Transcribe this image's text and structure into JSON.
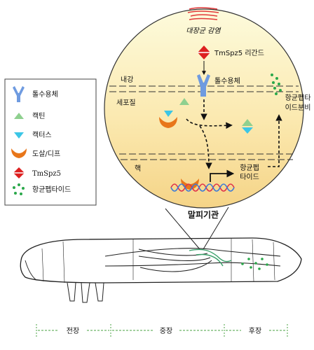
{
  "infection_label": "대장균 감염",
  "ligand_label": "TmSpz5 리간드",
  "receptor_label": "톨수용체",
  "peptide_secretion_label": [
    "항균펩타",
    "이드분비"
  ],
  "lumen_label": "내강",
  "cytoplasm_label": "세포질",
  "nucleus_label": "핵",
  "amp_gene_label": [
    "항균펩",
    "타이드"
  ],
  "organ_label": "말피기관",
  "legend": [
    {
      "icon": "toll-receptor-icon",
      "label": "톨수용체"
    },
    {
      "icon": "cactin-icon",
      "label": "캑틴"
    },
    {
      "icon": "cactus-icon",
      "label": "캑터스"
    },
    {
      "icon": "dorsal-dif-icon",
      "label": "도살/디프"
    },
    {
      "icon": "tmspz5-icon",
      "label": "TmSpz5"
    },
    {
      "icon": "antimicrobial-peptide-icon",
      "label": "항균펩타이드"
    }
  ],
  "gut_regions": [
    "전장",
    "중장",
    "후장"
  ],
  "colors": {
    "circle_top": "#fdfbdc",
    "circle_bottom": "#f6d98a",
    "receptor": "#6f9be0",
    "cactin": "#8fd08f",
    "cactus": "#3cc6e6",
    "dorsal": "#e8761a",
    "tmspz5": "#dd2020",
    "peptide": "#2aa84a",
    "region_line": "#4aa040"
  }
}
